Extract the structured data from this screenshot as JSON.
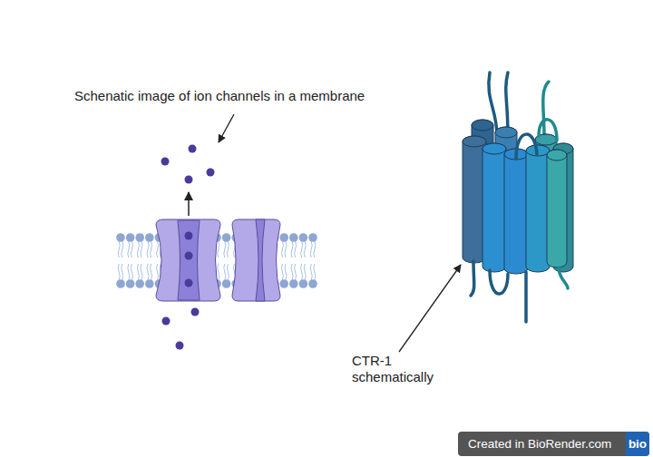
{
  "diagram": {
    "nodes": [
      {
        "text": [
          "Created in BioRender.com"
        ]
      },
      {
        "text": [
          "bio"
        ],
        "in": 0
      }
    ],
    "labels": [
      "Schenatic image of ion channels in a membrane",
      "CTR-1 schematically"
    ]
  }
}
